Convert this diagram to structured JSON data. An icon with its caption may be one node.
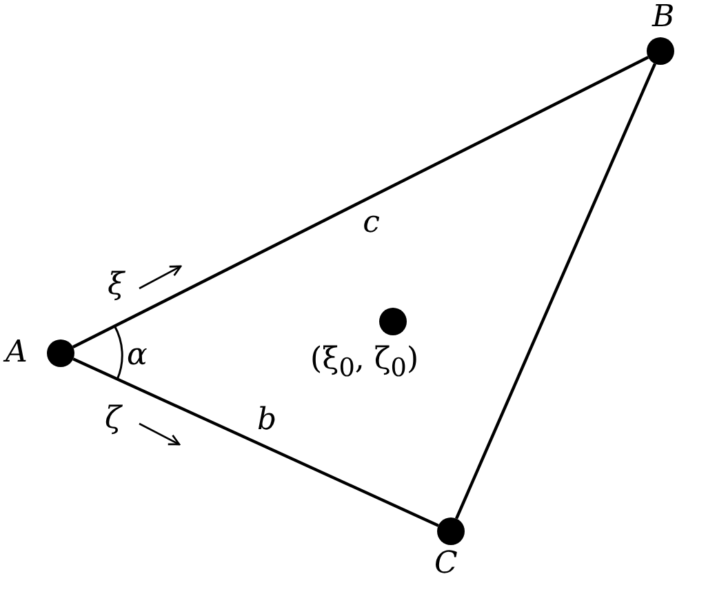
{
  "diagram": {
    "nodes": [
      {
        "text": [],
        "shape": "circle",
        "beside": [
          "A"
        ]
      },
      {
        "text": [],
        "shape": "circle",
        "beside": [
          "B"
        ]
      },
      {
        "text": [],
        "shape": "circle",
        "beside": [
          "C"
        ]
      },
      {
        "text": [],
        "shape": "circle",
        "beside": [
          "(ξ$_{0}$, ζ$_{0}$)"
        ]
      }
    ],
    "edges": [
      {
        "from": 0,
        "to": 1,
        "arrow": "none",
        "label": "c"
      },
      {
        "from": 0,
        "to": 2,
        "arrow": "none",
        "label": "b"
      },
      {
        "from": 1,
        "to": 2,
        "arrow": "none"
      }
    ],
    "labels": [
      "ξ",
      "α",
      "ζ"
    ]
  }
}
